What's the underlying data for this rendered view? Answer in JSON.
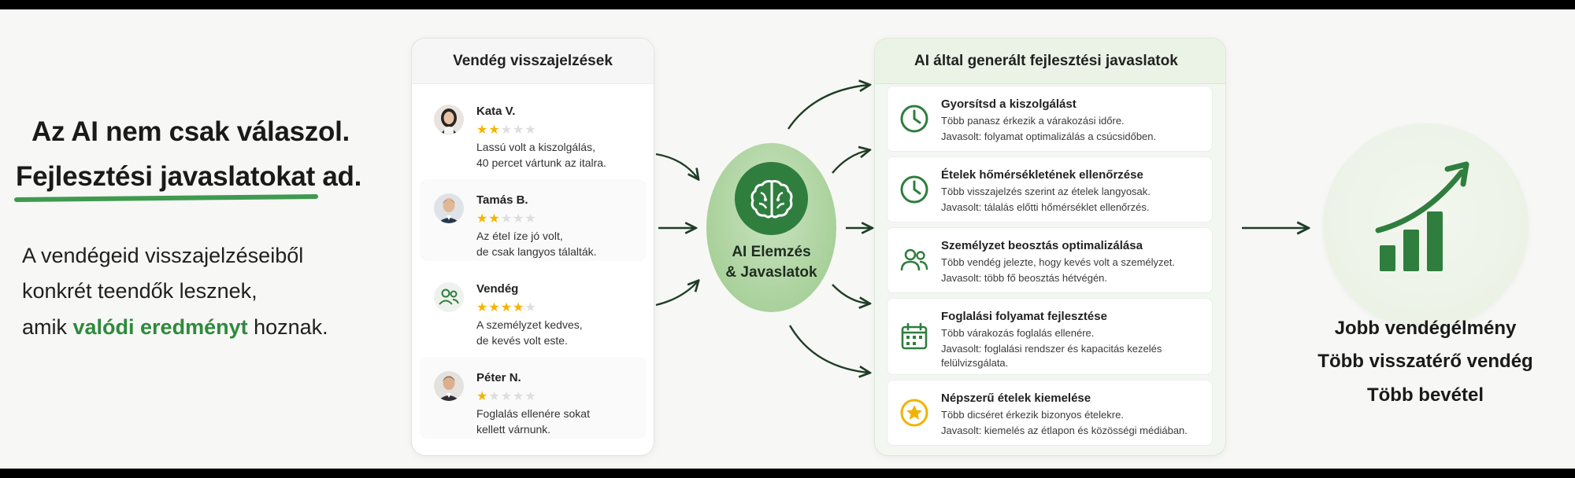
{
  "hero": {
    "line1": "Az AI nem csak válaszol.",
    "line2_underlined": "Fejlesztési javaslatokat",
    "line2_rest": " ad.",
    "body1": "A vendégeid visszajelzéseiből",
    "body2": "konkrét teendők lesznek,",
    "body3_pre": "amik ",
    "body3_highlight": "valódi eredményt",
    "body3_post": " hoznak."
  },
  "feedback_panel": {
    "title": "Vendég visszajelzések",
    "reviews": [
      {
        "name": "Kata V.",
        "rating": 2,
        "text1": "Lassú volt a kiszolgálás,",
        "text2": "40 percet vártunk az italra."
      },
      {
        "name": "Tamás B.",
        "rating": 2,
        "text1": "Az étel íze jó volt,",
        "text2": "de csak langyos tálalták."
      },
      {
        "name": "Vendég",
        "rating": 4,
        "text1": "A személyzet kedves,",
        "text2": "de kevés volt este."
      },
      {
        "name": "Péter N.",
        "rating": 1,
        "text1": "Foglalás ellenére sokat",
        "text2": "kellett várnunk."
      }
    ]
  },
  "ai_node": {
    "line1": "AI Elemzés",
    "line2": "& Javaslatok",
    "icon": "brain-icon"
  },
  "suggestions_panel": {
    "title": "AI által generált fejlesztési javaslatok",
    "items": [
      {
        "icon": "clock-icon",
        "title": "Gyorsítsd a kiszolgálást",
        "line1": "Több panasz érkezik a várakozási időre.",
        "line2": "Javasolt: folyamat optimalizálás a csúcsidőben."
      },
      {
        "icon": "clock-icon",
        "title": "Ételek hőmérsékletének ellenőrzése",
        "line1": "Több visszajelzés szerint az ételek langyosak.",
        "line2": "Javasolt: tálalás előtti hőmérséklet ellenőrzés."
      },
      {
        "icon": "people-icon",
        "title": "Személyzet beosztás optimalizálása",
        "line1": "Több vendég jelezte, hogy kevés volt a személyzet.",
        "line2": "Javasolt: több fő beosztás hétvégén."
      },
      {
        "icon": "calendar-icon",
        "title": "Foglalási folyamat fejlesztése",
        "line1": "Több várakozás foglalás ellenére.",
        "line2": "Javasolt: foglalási rendszer és kapacitás kezelés felülvizsgálata."
      },
      {
        "icon": "star-badge-icon",
        "title": "Népszerű ételek kiemelése",
        "line1": "Több dicséret érkezik bizonyos ételekre.",
        "line2": "Javasolt: kiemelés az étlapon és közösségi médiában."
      }
    ]
  },
  "result": {
    "icon": "growth-chart-icon",
    "line1": "Jobb vendégélmény",
    "line2": "Több visszatérő vendég",
    "line3": "Több bevétel"
  },
  "colors": {
    "accent_green": "#2f7e3e",
    "star": "#f5b400",
    "highlight_green": "#2e8a3c"
  }
}
